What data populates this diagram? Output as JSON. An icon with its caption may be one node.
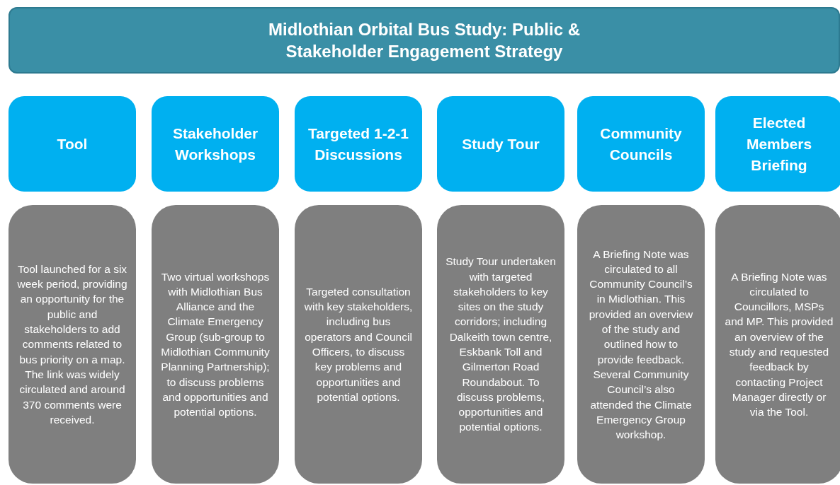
{
  "diagram": {
    "nodes": [
      {
        "text": [
          "Midlothian Orbital Bus Study: Public & Stakeholder Engagement Strategy"
        ]
      },
      {
        "text": [
          "Tool"
        ]
      },
      {
        "text": [
          "Stakeholder Workshops"
        ]
      },
      {
        "text": [
          "Targeted 1-2-1 Discussions"
        ]
      },
      {
        "text": [
          "Study Tour"
        ]
      },
      {
        "text": [
          "Community Councils"
        ]
      },
      {
        "text": [
          "Elected Members Briefing"
        ]
      },
      {
        "text": [
          "Tool launched for a six week period, providing an opportunity for the public and stakeholders to add comments related to bus priority on a map. The link was widely circulated and around 370 comments were received."
        ]
      },
      {
        "text": [
          "Two virtual workshops with Midlothian Bus Alliance and the Climate Emergency Group (sub-group to Midlothian Community Planning Partnership);  to discuss problems and opportunities and potential options."
        ]
      },
      {
        "text": [
          "Targeted consultation with key stakeholders, including bus operators and Council Officers, to discuss key problems and opportunities and potential options."
        ]
      },
      {
        "text": [
          "Study Tour undertaken with targeted stakeholders to key sites on the study corridors; including Dalkeith town centre, Eskbank Toll and Gilmerton Road Roundabout. To discuss problems, opportunities and potential options."
        ]
      },
      {
        "text": [
          "A Briefing Note was circulated to all Community Council’s in Midlothian. This provided an overview of the study and outlined how to provide feedback. Several Community Council’s also attended the Climate Emergency Group workshop."
        ]
      },
      {
        "text": [
          "A Briefing Note was circulated to Councillors, MSPs and MP. This provided an overview of the study and requested feedback by contacting Project Manager directly or via the Tool."
        ]
      }
    ]
  }
}
